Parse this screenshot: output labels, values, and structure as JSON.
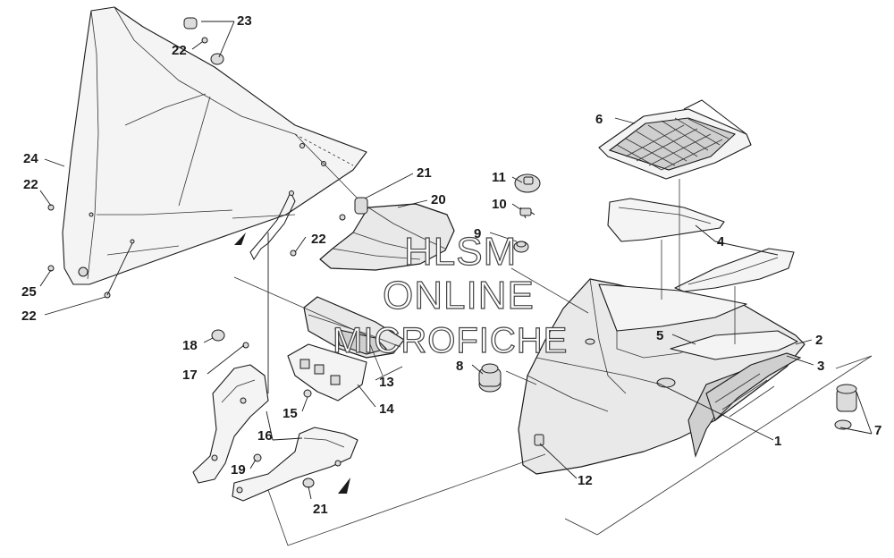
{
  "callouts": [
    {
      "id": "n23",
      "text": "23"
    },
    {
      "id": "n22a",
      "text": "22"
    },
    {
      "id": "n24",
      "text": "24"
    },
    {
      "id": "n22b",
      "text": "22"
    },
    {
      "id": "n25",
      "text": "25"
    },
    {
      "id": "n22c",
      "text": "22"
    },
    {
      "id": "n22d",
      "text": "22"
    },
    {
      "id": "n21a",
      "text": "21"
    },
    {
      "id": "n20",
      "text": "20"
    },
    {
      "id": "n11",
      "text": "11"
    },
    {
      "id": "n10",
      "text": "10"
    },
    {
      "id": "n9",
      "text": "9"
    },
    {
      "id": "n6",
      "text": "6"
    },
    {
      "id": "n4",
      "text": "4"
    },
    {
      "id": "n5",
      "text": "5"
    },
    {
      "id": "n2",
      "text": "2"
    },
    {
      "id": "n3",
      "text": "3"
    },
    {
      "id": "n8",
      "text": "8"
    },
    {
      "id": "n18",
      "text": "18"
    },
    {
      "id": "n17",
      "text": "17"
    },
    {
      "id": "n13",
      "text": "13"
    },
    {
      "id": "n14",
      "text": "14"
    },
    {
      "id": "n15",
      "text": "15"
    },
    {
      "id": "n16",
      "text": "16"
    },
    {
      "id": "n19",
      "text": "19"
    },
    {
      "id": "n21b",
      "text": "21"
    },
    {
      "id": "n12",
      "text": "12"
    },
    {
      "id": "n1",
      "text": "1"
    },
    {
      "id": "n7",
      "text": "7"
    }
  ],
  "watermark": {
    "line1": "HLSM",
    "line2": "ONLINE",
    "line3": "MICROFICHE"
  }
}
